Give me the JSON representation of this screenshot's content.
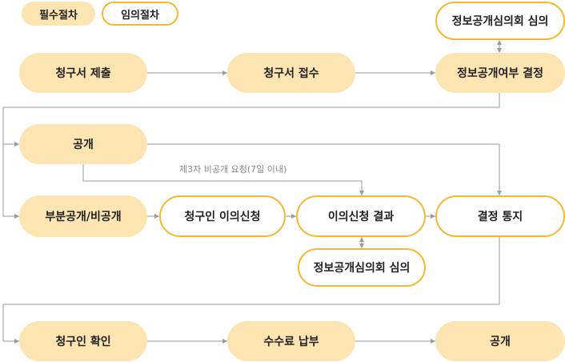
{
  "legend": {
    "required": "필수절차",
    "optional": "임의절차"
  },
  "colors": {
    "required_fill": "#fde4b3",
    "optional_border": "#f5b833",
    "arrow": "#9a9a9a"
  },
  "nodes": {
    "request_submit": "청구서 제출",
    "request_receive": "청구서 접수",
    "council_review_top": "정보공개심의회 심의",
    "disclosure_decision": "정보공개여부 결정",
    "disclose_1": "공개",
    "partial_nondisclosure": "부분공개/비공개",
    "requester_objection": "청구인 이의신청",
    "objection_result": "이의신청 결과",
    "decision_notice": "결정 통지",
    "council_review_mid": "정보공개심의회 심의",
    "requester_confirm": "청구인 확인",
    "fee_payment": "수수료 납부",
    "disclose_2": "공개"
  },
  "note": "제3자 비공개 요청(7일 이내)"
}
